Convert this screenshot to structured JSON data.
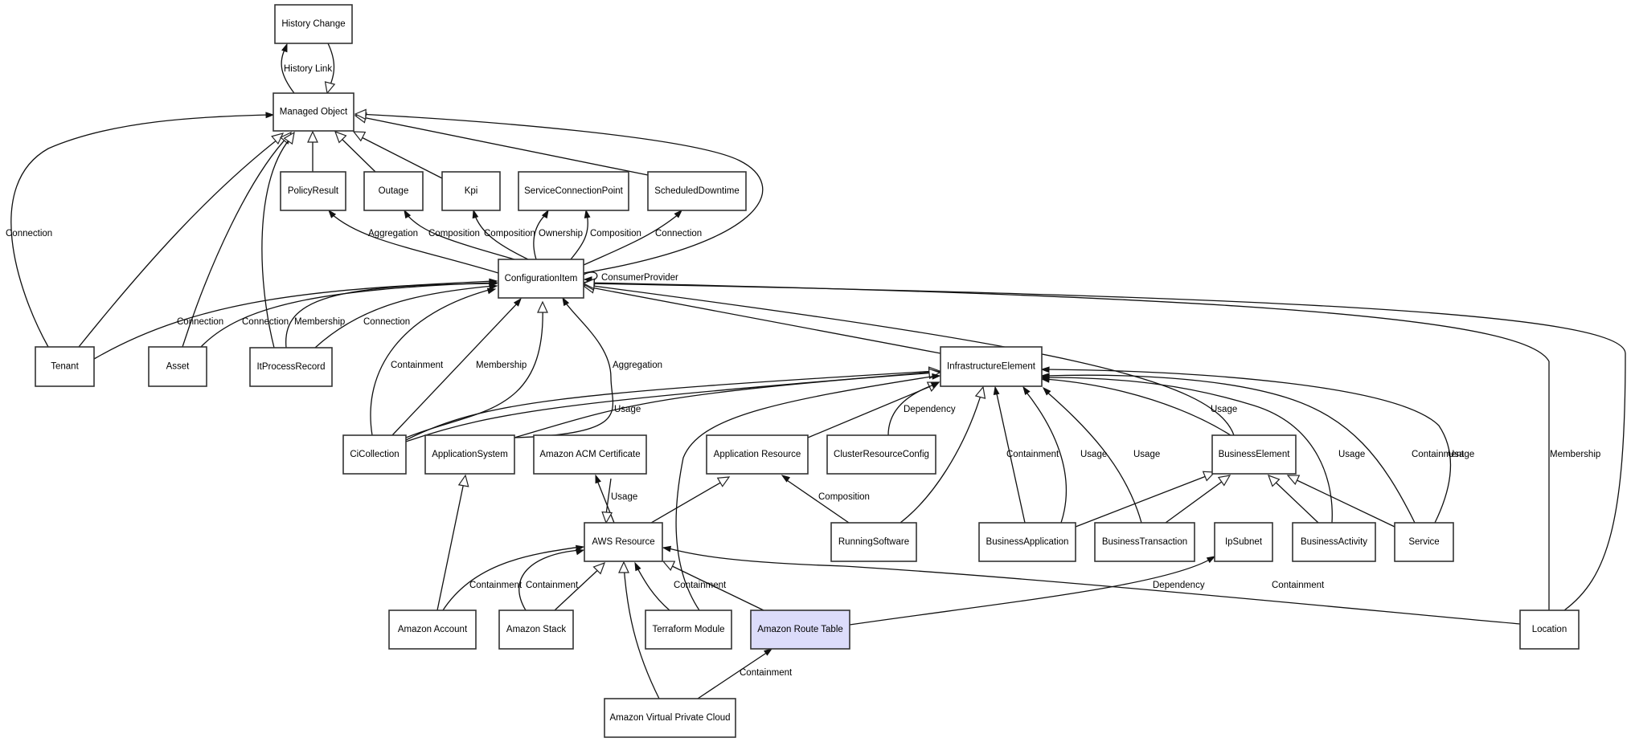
{
  "diagram": {
    "title": "Managed Object class diagram",
    "highlight_color": "#dcdcfa",
    "nodes": [
      {
        "id": "history_change",
        "label": "History Change"
      },
      {
        "id": "managed_object",
        "label": "Managed Object"
      },
      {
        "id": "policy_result",
        "label": "PolicyResult"
      },
      {
        "id": "outage",
        "label": "Outage"
      },
      {
        "id": "kpi",
        "label": "Kpi"
      },
      {
        "id": "service_connection_point",
        "label": "ServiceConnectionPoint"
      },
      {
        "id": "scheduled_downtime",
        "label": "ScheduledDowntime"
      },
      {
        "id": "configuration_item",
        "label": "ConfigurationItem"
      },
      {
        "id": "tenant",
        "label": "Tenant"
      },
      {
        "id": "asset",
        "label": "Asset"
      },
      {
        "id": "it_process_record",
        "label": "ItProcessRecord"
      },
      {
        "id": "infrastructure_element",
        "label": "InfrastructureElement"
      },
      {
        "id": "ci_collection",
        "label": "CiCollection"
      },
      {
        "id": "application_system",
        "label": "ApplicationSystem"
      },
      {
        "id": "amazon_acm_certificate",
        "label": "Amazon ACM Certificate"
      },
      {
        "id": "application_resource",
        "label": "Application Resource"
      },
      {
        "id": "cluster_resource_config",
        "label": "ClusterResourceConfig"
      },
      {
        "id": "business_element",
        "label": "BusinessElement"
      },
      {
        "id": "aws_resource",
        "label": "AWS Resource"
      },
      {
        "id": "running_software",
        "label": "RunningSoftware"
      },
      {
        "id": "business_application",
        "label": "BusinessApplication"
      },
      {
        "id": "business_transaction",
        "label": "BusinessTransaction"
      },
      {
        "id": "ip_subnet",
        "label": "IpSubnet"
      },
      {
        "id": "business_activity",
        "label": "BusinessActivity"
      },
      {
        "id": "service",
        "label": "Service"
      },
      {
        "id": "amazon_account",
        "label": "Amazon Account"
      },
      {
        "id": "amazon_stack",
        "label": "Amazon Stack"
      },
      {
        "id": "terraform_module",
        "label": "Terraform Module"
      },
      {
        "id": "amazon_route_table",
        "label": "Amazon Route Table",
        "selected": true
      },
      {
        "id": "location",
        "label": "Location"
      },
      {
        "id": "amazon_vpc",
        "label": "Amazon Virtual Private Cloud"
      }
    ],
    "edges": [
      {
        "id": "e1",
        "from": "managed_object",
        "to": "history_change",
        "label": "History Link",
        "arrow": "filled"
      },
      {
        "id": "e2",
        "from": "history_change",
        "to": "managed_object",
        "label": "",
        "arrow": "hollow"
      },
      {
        "id": "e3",
        "from": "policy_result",
        "to": "managed_object",
        "label": "",
        "arrow": "hollow"
      },
      {
        "id": "e4",
        "from": "outage",
        "to": "managed_object",
        "label": "",
        "arrow": "hollow"
      },
      {
        "id": "e5",
        "from": "kpi",
        "to": "managed_object",
        "label": "",
        "arrow": "hollow"
      },
      {
        "id": "e6",
        "from": "scheduled_downtime",
        "to": "managed_object",
        "label": "",
        "arrow": "hollow"
      },
      {
        "id": "e7",
        "from": "configuration_item",
        "to": "managed_object",
        "label": "",
        "arrow": "hollow"
      },
      {
        "id": "e8",
        "from": "tenant",
        "to": "managed_object",
        "label": "Connection",
        "arrow": "filled"
      },
      {
        "id": "e9",
        "from": "tenant",
        "to": "managed_object",
        "label": "",
        "arrow": "hollow"
      },
      {
        "id": "e10",
        "from": "asset",
        "to": "managed_object",
        "label": "",
        "arrow": "hollow"
      },
      {
        "id": "e11",
        "from": "it_process_record",
        "to": "managed_object",
        "label": "",
        "arrow": "hollow"
      },
      {
        "id": "e12",
        "from": "configuration_item",
        "to": "policy_result",
        "label": "Aggregation",
        "arrow": "filled"
      },
      {
        "id": "e13",
        "from": "configuration_item",
        "to": "outage",
        "label": "Composition",
        "arrow": "filled"
      },
      {
        "id": "e14",
        "from": "configuration_item",
        "to": "kpi",
        "label": "Composition",
        "arrow": "filled"
      },
      {
        "id": "e15",
        "from": "configuration_item",
        "to": "service_connection_point",
        "label": "Ownership",
        "arrow": "filled"
      },
      {
        "id": "e16",
        "from": "configuration_item",
        "to": "service_connection_point",
        "label": "Composition",
        "arrow": "filled"
      },
      {
        "id": "e17",
        "from": "configuration_item",
        "to": "scheduled_downtime",
        "label": "Connection",
        "arrow": "filled"
      },
      {
        "id": "e18",
        "from": "configuration_item",
        "to": "configuration_item",
        "label": "ConsumerProvider",
        "arrow": "filled"
      },
      {
        "id": "e19",
        "from": "tenant",
        "to": "configuration_item",
        "label": "Connection",
        "arrow": "filled"
      },
      {
        "id": "e20",
        "from": "asset",
        "to": "configuration_item",
        "label": "Connection",
        "arrow": "filled"
      },
      {
        "id": "e21",
        "from": "it_process_record",
        "to": "configuration_item",
        "label": "Membership",
        "arrow": "filled"
      },
      {
        "id": "e22",
        "from": "it_process_record",
        "to": "configuration_item",
        "label": "Connection",
        "arrow": "filled"
      },
      {
        "id": "e23",
        "from": "ci_collection",
        "to": "configuration_item",
        "label": "Containment",
        "arrow": "filled"
      },
      {
        "id": "e24",
        "from": "ci_collection",
        "to": "configuration_item",
        "label": "Membership",
        "arrow": "filled"
      },
      {
        "id": "e25",
        "from": "ci_collection",
        "to": "configuration_item",
        "label": "",
        "arrow": "hollow"
      },
      {
        "id": "e26",
        "from": "application_system",
        "to": "configuration_item",
        "label": "Aggregation",
        "arrow": "filled"
      },
      {
        "id": "e27",
        "from": "infrastructure_element",
        "to": "configuration_item",
        "label": "",
        "arrow": "hollow"
      },
      {
        "id": "e28",
        "from": "business_element",
        "to": "configuration_item",
        "label": "",
        "arrow": "hollow"
      },
      {
        "id": "e29",
        "from": "location",
        "to": "configuration_item",
        "label": "Membership",
        "arrow": "filled"
      },
      {
        "id": "e30",
        "from": "location",
        "to": "configuration_item",
        "label": "",
        "arrow": "hollow"
      },
      {
        "id": "e31",
        "from": "ci_collection",
        "to": "infrastructure_element",
        "label": "",
        "arrow": "hollow"
      },
      {
        "id": "e32",
        "from": "application_system",
        "to": "infrastructure_element",
        "label": "Usage",
        "arrow": "filled"
      },
      {
        "id": "e33",
        "from": "application_system",
        "to": "infrastructure_element",
        "label": "",
        "arrow": "hollow"
      },
      {
        "id": "e34",
        "from": "application_resource",
        "to": "infrastructure_element",
        "label": "",
        "arrow": "hollow"
      },
      {
        "id": "e35",
        "from": "cluster_resource_config",
        "to": "infrastructure_element",
        "label": "Dependency",
        "arrow": "filled"
      },
      {
        "id": "e36",
        "from": "terraform_module",
        "to": "infrastructure_element",
        "label": "",
        "arrow": "filled"
      },
      {
        "id": "e37",
        "from": "running_software",
        "to": "infrastructure_element",
        "label": "",
        "arrow": "hollow"
      },
      {
        "id": "e38",
        "from": "business_application",
        "to": "infrastructure_element",
        "label": "Containment",
        "arrow": "filled"
      },
      {
        "id": "e39",
        "from": "business_application",
        "to": "infrastructure_element",
        "label": "Usage",
        "arrow": "filled"
      },
      {
        "id": "e40",
        "from": "business_transaction",
        "to": "infrastructure_element",
        "label": "Usage",
        "arrow": "filled"
      },
      {
        "id": "e41",
        "from": "business_element",
        "to": "infrastructure_element",
        "label": "Usage",
        "arrow": "filled"
      },
      {
        "id": "e42",
        "from": "business_activity",
        "to": "infrastructure_element",
        "label": "Usage",
        "arrow": "filled"
      },
      {
        "id": "e43",
        "from": "service",
        "to": "infrastructure_element",
        "label": "Containment",
        "arrow": "filled"
      },
      {
        "id": "e44",
        "from": "service",
        "to": "infrastructure_element",
        "label": "Usage",
        "arrow": "filled"
      },
      {
        "id": "e45",
        "from": "amazon_account",
        "to": "application_system",
        "label": "",
        "arrow": "hollow"
      },
      {
        "id": "e46",
        "from": "aws_resource",
        "to": "amazon_acm_certificate",
        "label": "Usage",
        "arrow": "filled"
      },
      {
        "id": "e47",
        "from": "amazon_acm_certificate",
        "to": "aws_resource",
        "label": "",
        "arrow": "hollow"
      },
      {
        "id": "e48",
        "from": "aws_resource",
        "to": "application_resource",
        "label": "",
        "arrow": "hollow"
      },
      {
        "id": "e49",
        "from": "running_software",
        "to": "application_resource",
        "label": "Composition",
        "arrow": "filled"
      },
      {
        "id": "e50",
        "from": "business_application",
        "to": "business_element",
        "label": "",
        "arrow": "hollow"
      },
      {
        "id": "e51",
        "from": "business_transaction",
        "to": "business_element",
        "label": "",
        "arrow": "hollow"
      },
      {
        "id": "e52",
        "from": "business_activity",
        "to": "business_element",
        "label": "",
        "arrow": "hollow"
      },
      {
        "id": "e53",
        "from": "service",
        "to": "business_element",
        "label": "",
        "arrow": "hollow"
      },
      {
        "id": "e54",
        "from": "amazon_account",
        "to": "aws_resource",
        "label": "Containment",
        "arrow": "filled"
      },
      {
        "id": "e55",
        "from": "amazon_stack",
        "to": "aws_resource",
        "label": "Containment",
        "arrow": "filled"
      },
      {
        "id": "e56",
        "from": "amazon_stack",
        "to": "aws_resource",
        "label": "",
        "arrow": "hollow"
      },
      {
        "id": "e57",
        "from": "terraform_module",
        "to": "aws_resource",
        "label": "Containment",
        "arrow": "filled"
      },
      {
        "id": "e58",
        "from": "amazon_route_table",
        "to": "aws_resource",
        "label": "",
        "arrow": "hollow"
      },
      {
        "id": "e59",
        "from": "amazon_vpc",
        "to": "aws_resource",
        "label": "",
        "arrow": "hollow"
      },
      {
        "id": "e60",
        "from": "location",
        "to": "aws_resource",
        "label": "Containment",
        "arrow": "filled"
      },
      {
        "id": "e61",
        "from": "amazon_route_table",
        "to": "ip_subnet",
        "label": "Dependency",
        "arrow": "filled"
      },
      {
        "id": "e62",
        "from": "amazon_vpc",
        "to": "amazon_route_table",
        "label": "Containment",
        "arrow": "filled"
      }
    ]
  }
}
